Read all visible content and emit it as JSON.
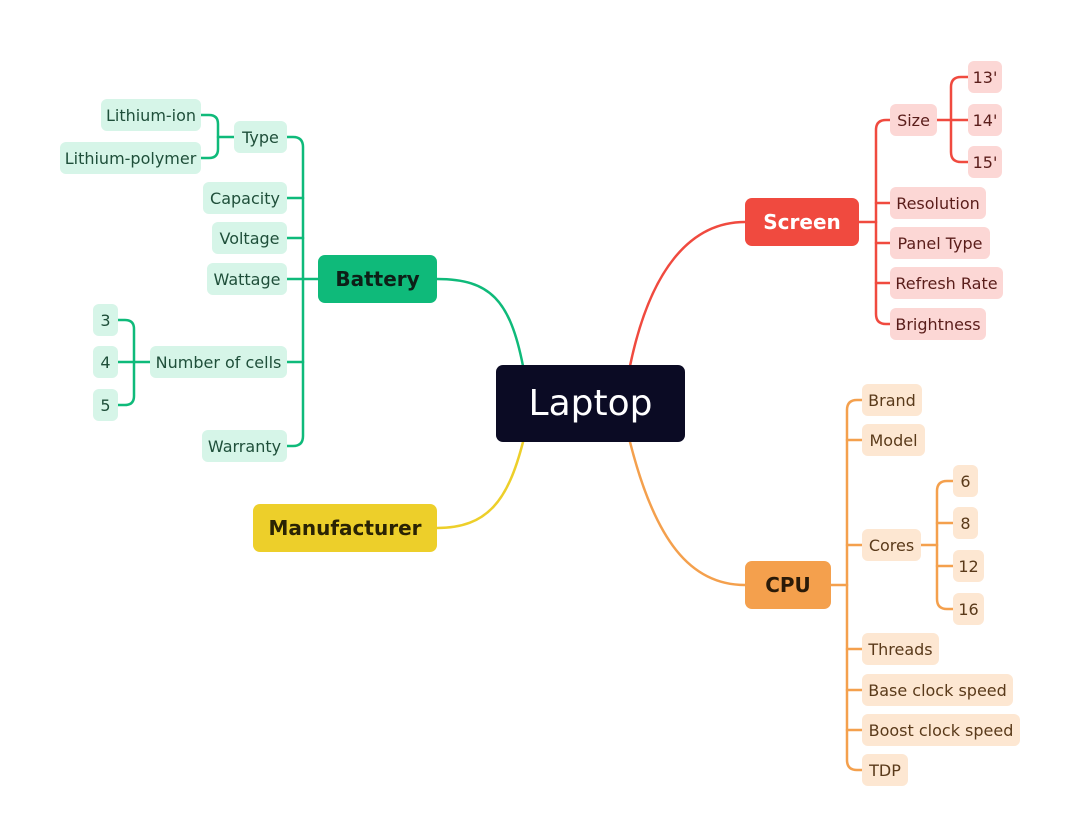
{
  "root": {
    "label": "Laptop"
  },
  "colors": {
    "root": "#0b0b24",
    "battery": "#0fba7a",
    "screen": "#f04a3f",
    "cpu": "#f4a04d",
    "manufacturer": "#edcf2a"
  },
  "battery": {
    "label": "Battery",
    "type": {
      "label": "Type",
      "children": [
        "Lithium-ion",
        "Lithium-polymer"
      ]
    },
    "capacity": "Capacity",
    "voltage": "Voltage",
    "wattage": "Wattage",
    "cells": {
      "label": "Number of cells",
      "children": [
        "3",
        "4",
        "5"
      ]
    },
    "warranty": "Warranty"
  },
  "manufacturer": {
    "label": "Manufacturer"
  },
  "screen": {
    "label": "Screen",
    "size": {
      "label": "Size",
      "children": [
        "13'",
        "14'",
        "15'"
      ]
    },
    "resolution": "Resolution",
    "panel_type": "Panel Type",
    "refresh_rate": "Refresh Rate",
    "brightness": "Brightness"
  },
  "cpu": {
    "label": "CPU",
    "brand": "Brand",
    "model": "Model",
    "cores": {
      "label": "Cores",
      "children": [
        "6",
        "8",
        "12",
        "16"
      ]
    },
    "threads": "Threads",
    "base_clock": "Base clock speed",
    "boost_clock": "Boost clock speed",
    "tdp": "TDP"
  }
}
